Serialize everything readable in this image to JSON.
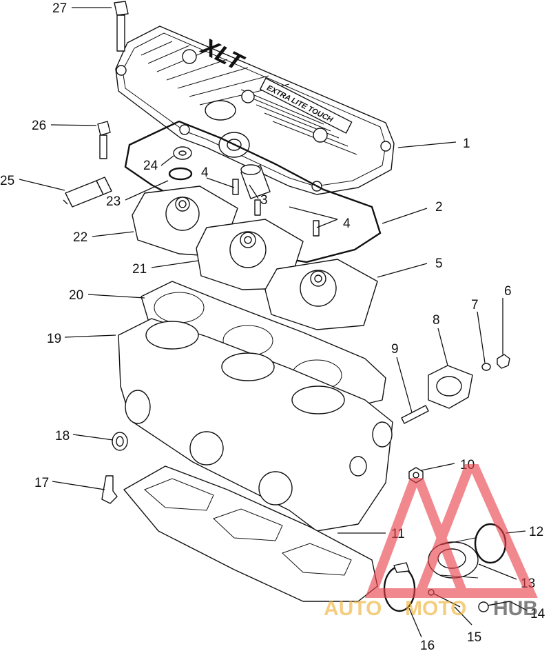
{
  "cover_label": "XLT",
  "cover_sublabel": "EXTRA LITE TOUCH",
  "callouts": [
    "1",
    "2",
    "3",
    "4",
    "4",
    "5",
    "6",
    "7",
    "8",
    "9",
    "10",
    "11",
    "12",
    "13",
    "14",
    "15",
    "16",
    "17",
    "18",
    "19",
    "20",
    "21",
    "22",
    "23",
    "24",
    "25",
    "26",
    "27"
  ],
  "watermark": {
    "part1": "AUTO",
    "part2": "MOTO",
    "part3": "HUB",
    "color_primary": "#e8404a",
    "color_secondary": "#f0b030",
    "color_dark": "#333333"
  }
}
